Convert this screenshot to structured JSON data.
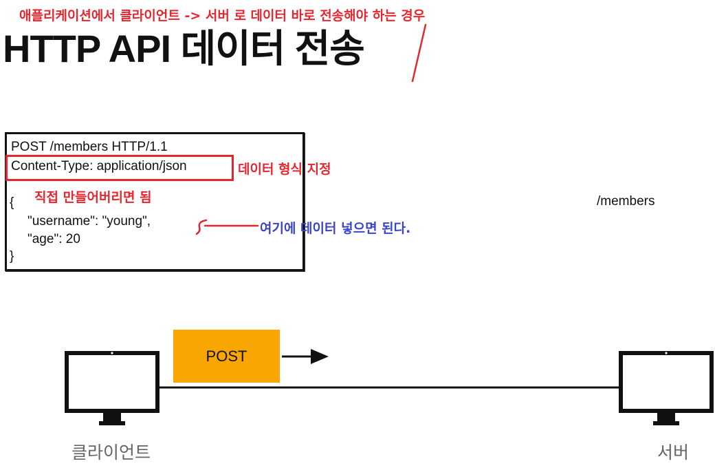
{
  "title": "HTTP API 데이터 전송",
  "annotations": {
    "top_note": "애플리케이션에서 클라이언트 -> 서버 로 데이터 바로 전송해야 하는 경우",
    "content_type_note": "데이터 형식 지정",
    "make_it_note": "직접 만들어버리면 됨",
    "body_note": "여기에 데이터 넣으면 된다."
  },
  "request": {
    "request_line": "POST /members HTTP/1.1",
    "content_type": "Content-Type: application/json",
    "body_open": "{",
    "body_line1": "\"username\": \"young\",",
    "body_line2": "\"age\": 20",
    "body_close": "}"
  },
  "path_label": "/members",
  "post_block": "POST",
  "client_label": "클라이언트",
  "server_label": "서버",
  "colors": {
    "annotation_red": "#e5262f",
    "annotation_blue": "#3a44c6",
    "post_block": "#f9a602",
    "label_gray": "#666666"
  }
}
